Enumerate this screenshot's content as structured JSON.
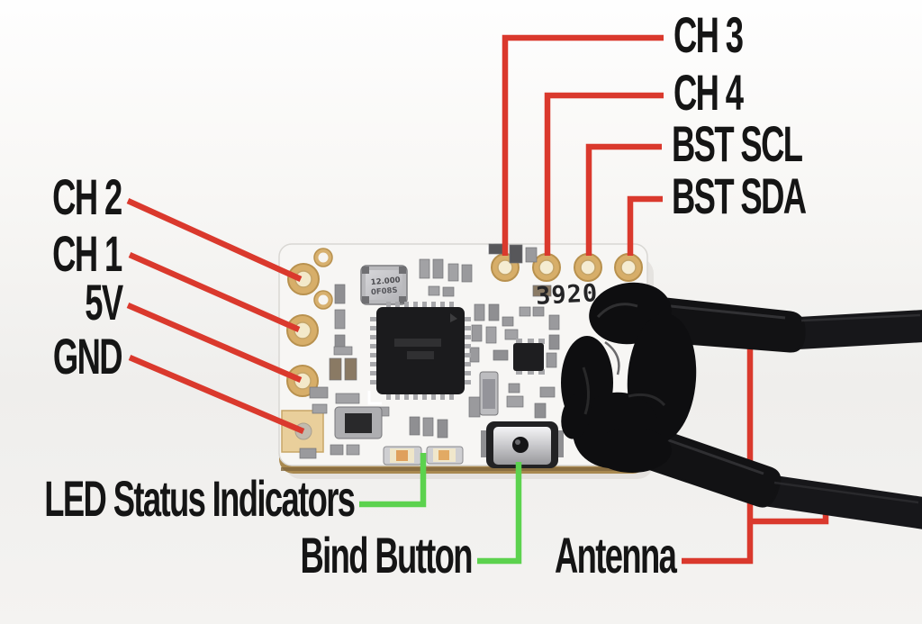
{
  "labels": {
    "ch3": "CH 3",
    "ch4": "CH 4",
    "bst_scl": "BST SCL",
    "bst_sda": "BST SDA",
    "ch2": "CH 2",
    "ch1": "CH 1",
    "v5": "5V",
    "gnd": "GND",
    "led_status": "LED Status Indicators",
    "bind_button": "Bind Button",
    "antenna": "Antenna"
  },
  "board_markings": {
    "serial": "3920",
    "crystal_line1": "12.000",
    "crystal_line2": "0F08S"
  },
  "colors": {
    "callout_red": "#da392d",
    "callout_green": "#5cd24e",
    "label_text": "#151515",
    "board_face": "#f7f6f4",
    "board_edge_gold": "#a98950",
    "pad_gold": "#d7ae69",
    "pad_hole": "#f3e9ca",
    "chip_black": "#1b1b1d",
    "background": "#efeeec"
  }
}
